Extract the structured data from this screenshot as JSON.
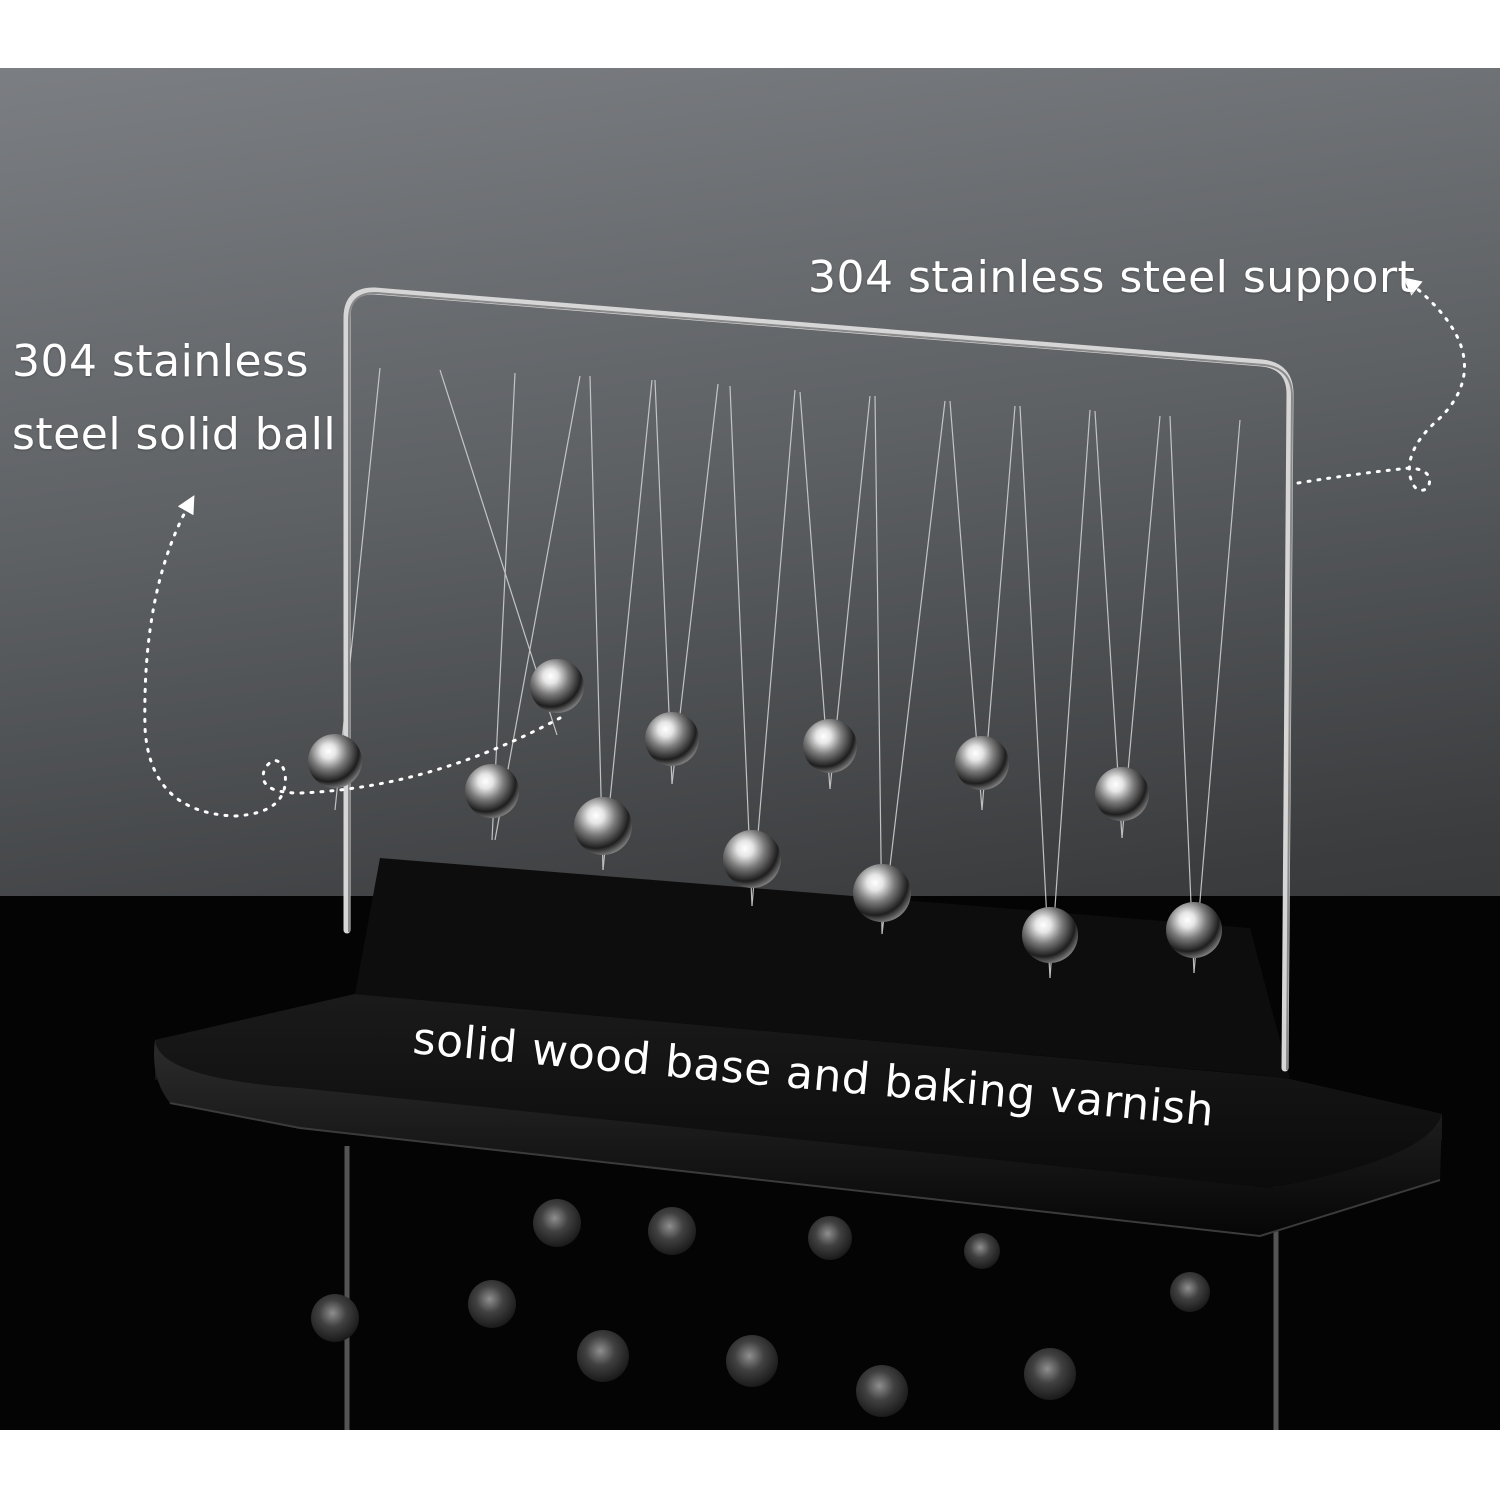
{
  "labels": {
    "ball_line1": "304 stainless",
    "ball_line2": "steel solid ball",
    "support": "304 stainless steel support",
    "base": "solid wood base and baking varnish"
  },
  "colors": {
    "background_top": "#7b7e82",
    "background_mid": "#3a3c3e",
    "surface": "#040404",
    "base": "#111111",
    "label_text": "#ffffff"
  }
}
